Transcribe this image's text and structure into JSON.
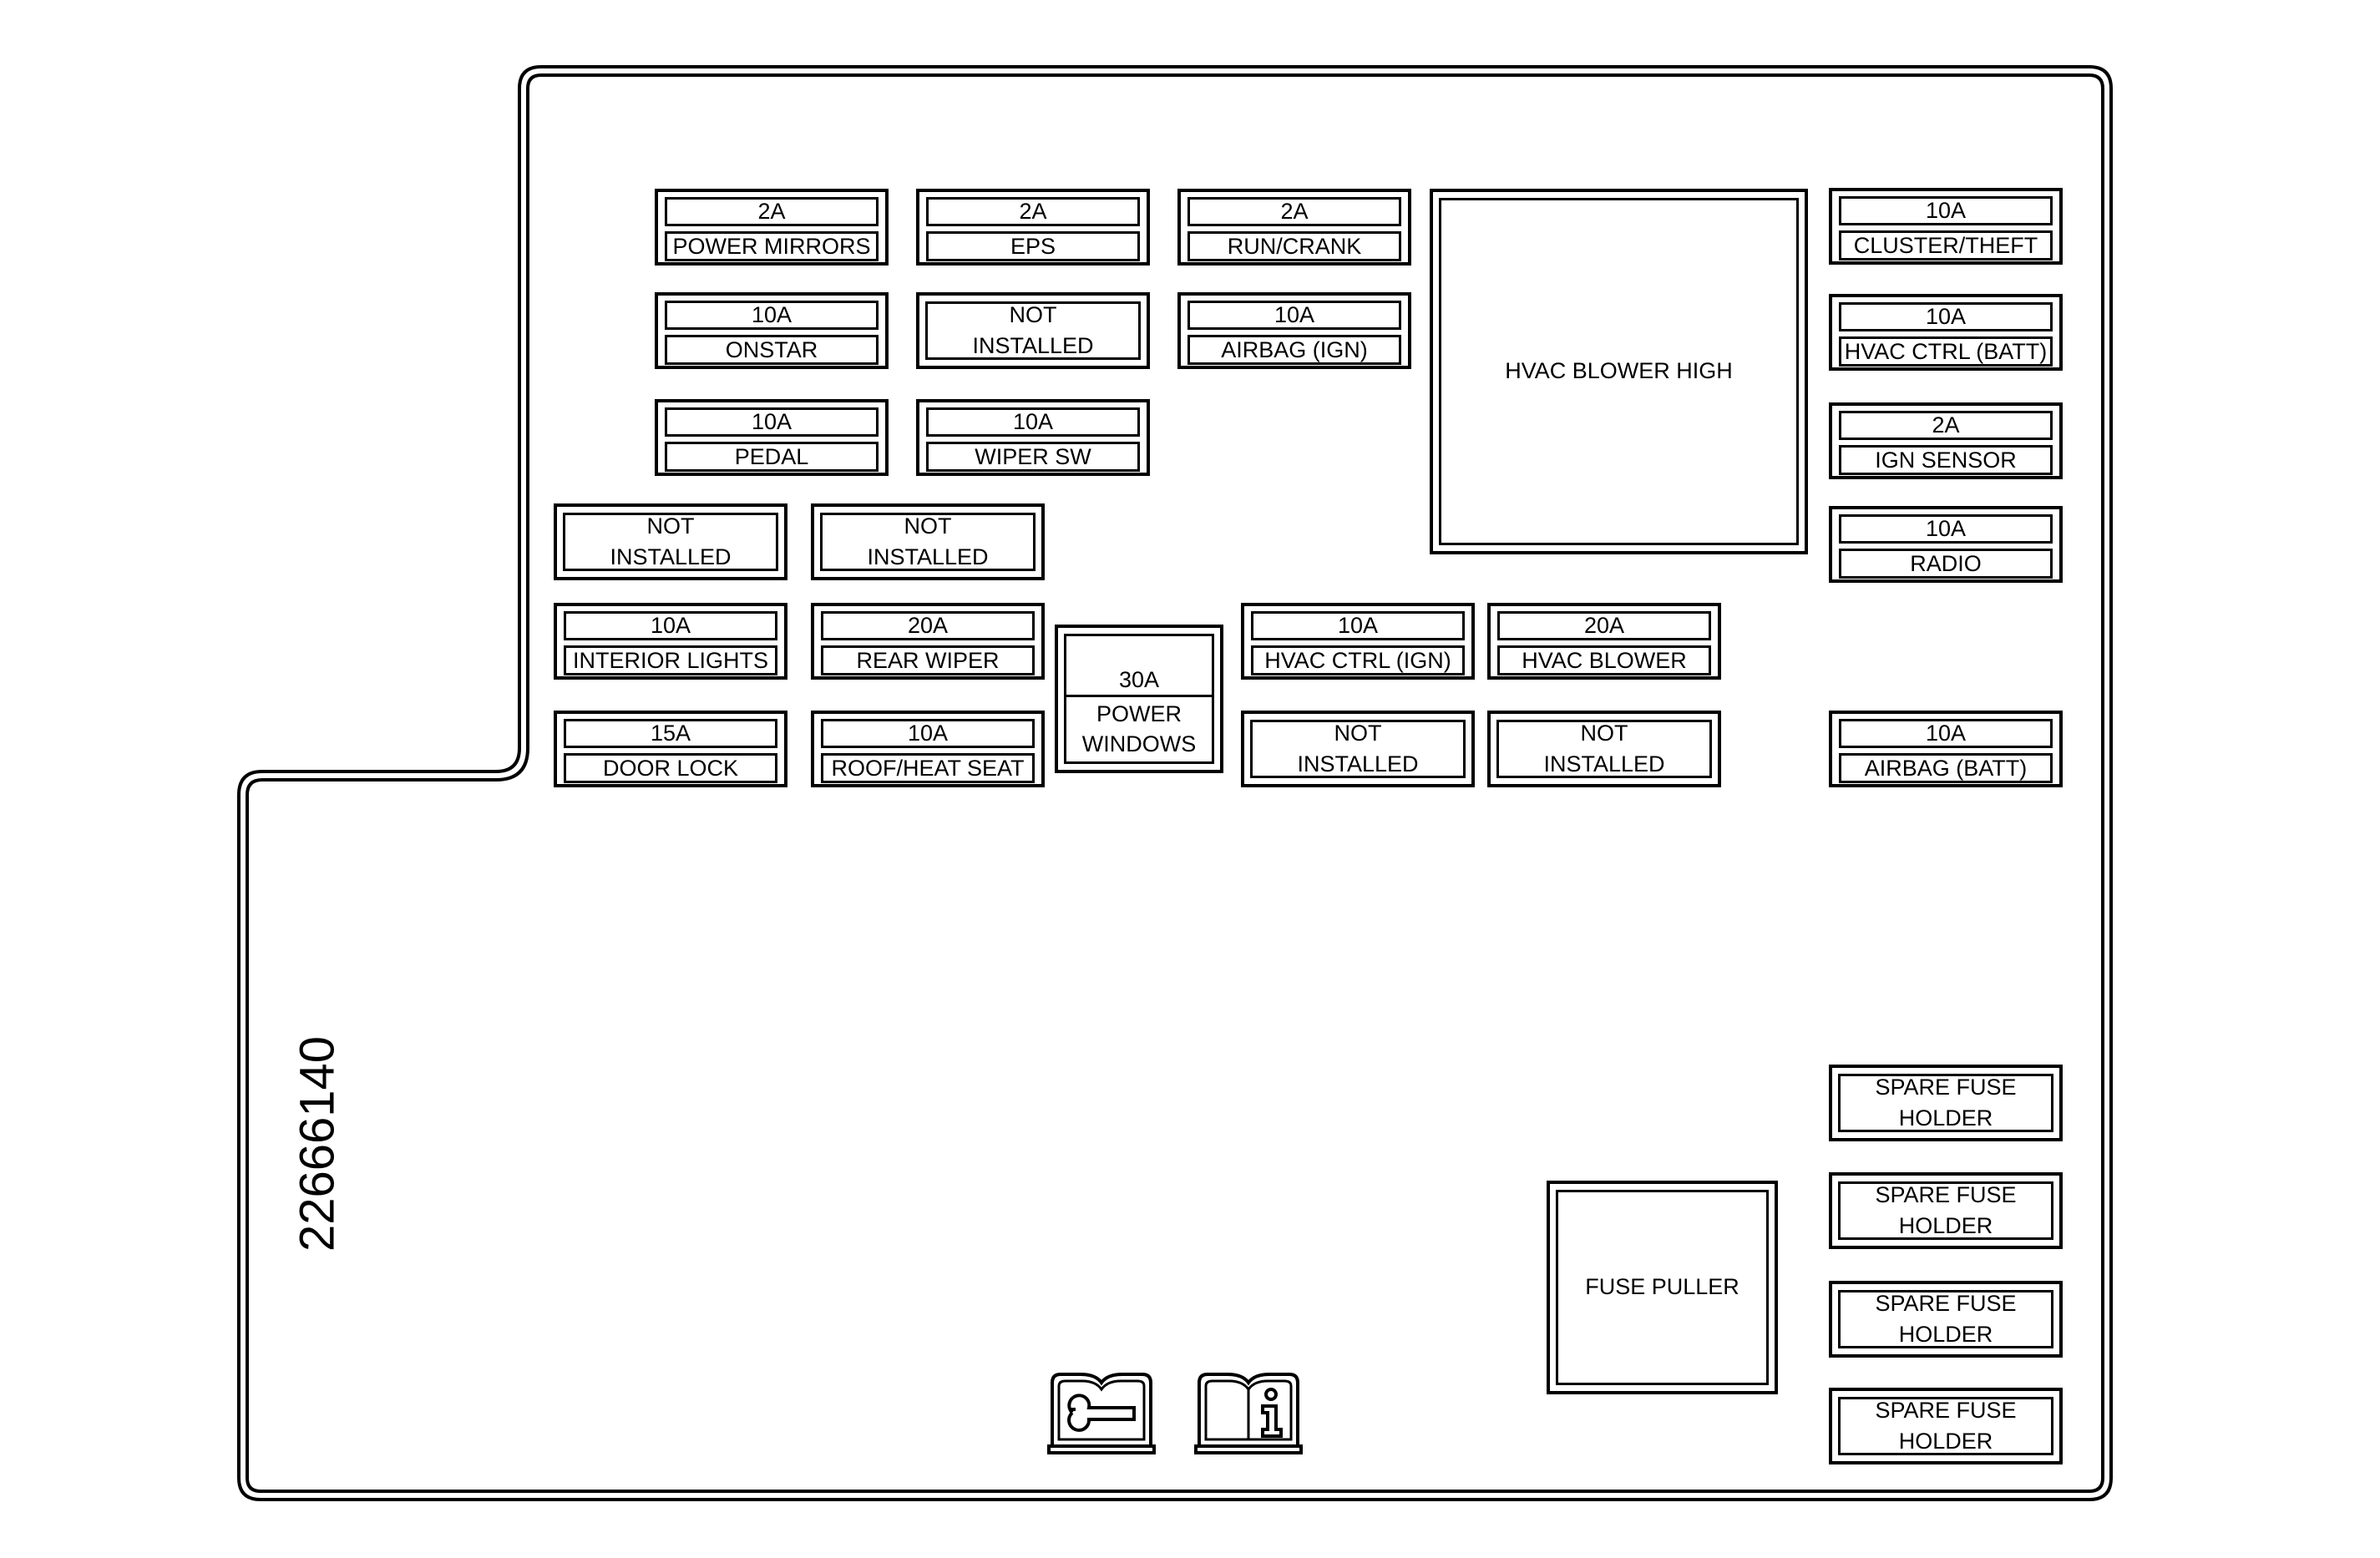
{
  "part_number": "22666140",
  "fuses": {
    "power_mirrors": {
      "rating": "2A",
      "name": "POWER MIRRORS"
    },
    "eps": {
      "rating": "2A",
      "name": "EPS"
    },
    "run_crank": {
      "rating": "2A",
      "name": "RUN/CRANK"
    },
    "onstar": {
      "rating": "10A",
      "name": "ONSTAR"
    },
    "airbag_ign": {
      "rating": "10A",
      "name": "AIRBAG (IGN)"
    },
    "pedal": {
      "rating": "10A",
      "name": "PEDAL"
    },
    "wiper_sw": {
      "rating": "10A",
      "name": "WIPER SW"
    },
    "cluster_theft": {
      "rating": "10A",
      "name": "CLUSTER/THEFT"
    },
    "hvac_ctrl_batt": {
      "rating": "10A",
      "name": "HVAC CTRL (BATT)"
    },
    "ign_sensor": {
      "rating": "2A",
      "name": "IGN SENSOR"
    },
    "radio": {
      "rating": "10A",
      "name": "RADIO"
    },
    "interior_lights": {
      "rating": "10A",
      "name": "INTERIOR LIGHTS"
    },
    "rear_wiper": {
      "rating": "20A",
      "name": "REAR WIPER"
    },
    "hvac_ctrl_ign": {
      "rating": "10A",
      "name": "HVAC CTRL (IGN)"
    },
    "hvac_blower": {
      "rating": "20A",
      "name": "HVAC BLOWER"
    },
    "door_lock": {
      "rating": "15A",
      "name": "DOOR LOCK"
    },
    "roof_heat_seat": {
      "rating": "10A",
      "name": "ROOF/HEAT SEAT"
    },
    "airbag_batt": {
      "rating": "10A",
      "name": "AIRBAG (BATT)"
    }
  },
  "power_windows": {
    "rating": "30A",
    "line1": "POWER",
    "line2": "WINDOWS"
  },
  "not_installed": {
    "line1": "NOT",
    "line2": "INSTALLED"
  },
  "hvac_blower_high": "HVAC BLOWER HIGH",
  "fuse_puller": "FUSE PULLER",
  "spare": {
    "line1": "SPARE FUSE",
    "line2": "HOLDER"
  },
  "icons": [
    "service-manual-wrench-icon",
    "owner-manual-info-icon"
  ]
}
